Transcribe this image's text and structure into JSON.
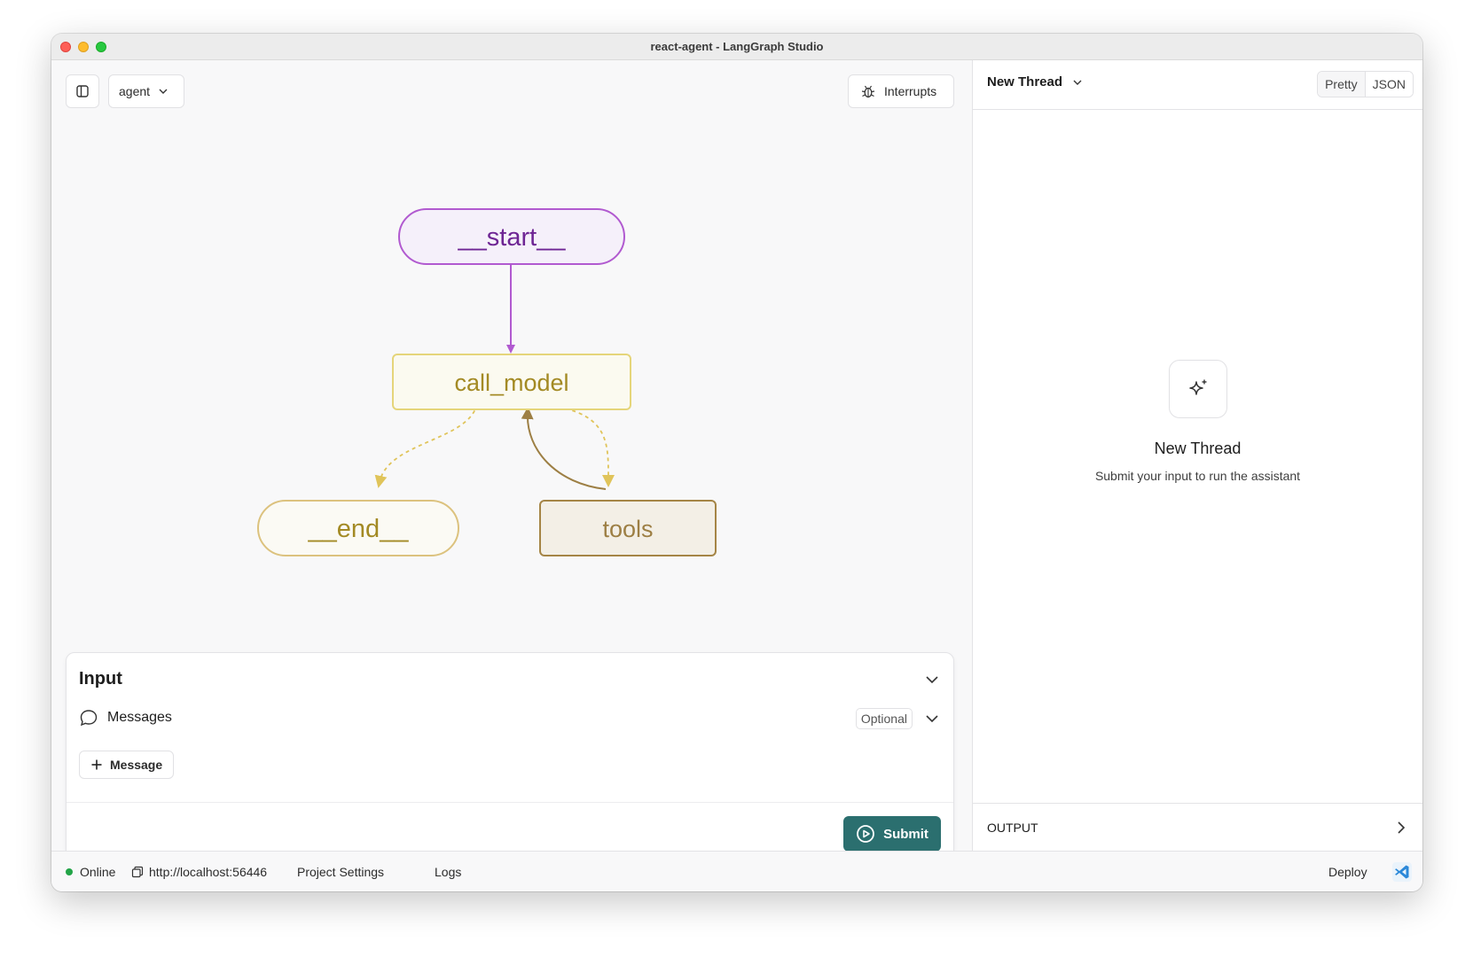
{
  "window": {
    "title": "react-agent - LangGraph Studio"
  },
  "toolbar": {
    "graph_select": "agent",
    "interrupts_label": "Interrupts"
  },
  "graph": {
    "nodes": {
      "start": "__start__",
      "call_model": "call_model",
      "end": "__end__",
      "tools": "tools"
    },
    "colors": {
      "start_stroke": "#b15ad0",
      "start_text": "#6e2594",
      "model_stroke": "#e5d57a",
      "model_text": "#a38a24",
      "tools_stroke": "#a58546",
      "edge_dashed": "#e0c45a",
      "edge_solid": "#9d7f44"
    }
  },
  "input": {
    "title": "Input",
    "messages_label": "Messages",
    "optional_label": "Optional",
    "add_message_label": "Message",
    "submit_label": "Submit"
  },
  "status": {
    "online_label": "Online",
    "url": "http://localhost:56446",
    "project_settings": "Project Settings",
    "logs": "Logs",
    "deploy": "Deploy"
  },
  "thread": {
    "selector_label": "New Thread",
    "pretty_label": "Pretty",
    "json_label": "JSON",
    "empty_title": "New Thread",
    "empty_subtitle": "Submit your input to run the assistant",
    "output_label": "OUTPUT"
  },
  "accent": {
    "submit": "#2b6f6f",
    "online": "#22a447",
    "vscode": "#2b88d9"
  }
}
